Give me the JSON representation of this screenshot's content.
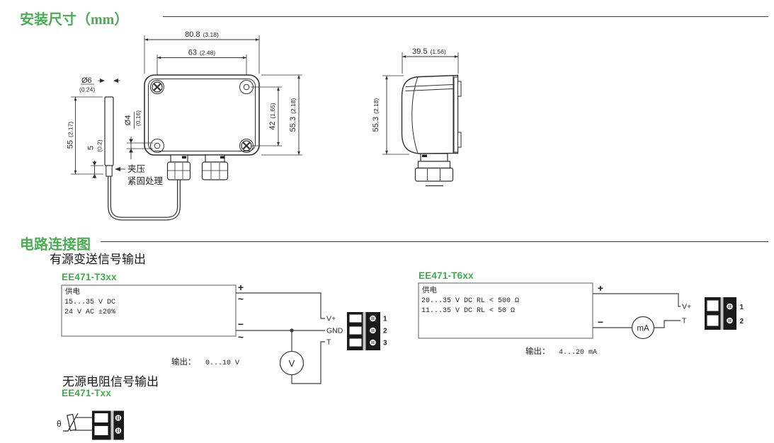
{
  "colors": {
    "heading_green": "#4aad53",
    "model_green": "#3cae49",
    "drawing_line": "#2f2f2f",
    "terminal_block_black": "#1a1a1a"
  },
  "dimensions_section": {
    "title": "安装尺寸（mm）",
    "front_view": {
      "width_overall_mm": "80.8",
      "width_overall_in": "(3.18)",
      "hole_span_mm": "63",
      "hole_span_in": "(2.48)",
      "probe_dia_mm": "Ø6",
      "probe_dia_in": "(0.24)",
      "probe_len_mm": "55",
      "probe_len_in": "(2.17)",
      "clamp_len_mm": "5",
      "clamp_len_in": "(0.2)",
      "hole_dia_mm": "Ø4",
      "hole_dia_in": "(0.16)",
      "hole_vspan_mm": "42",
      "hole_vspan_in": "(1.65)",
      "height_overall_mm": "55.3",
      "height_overall_in": "(2.18)",
      "clamp_note_line1": "夹压",
      "clamp_note_line2": "紧固处理"
    },
    "side_view": {
      "width_mm": "39.5",
      "width_in": "(1.56)",
      "height_mm": "55.3",
      "height_in": "(2.18)"
    }
  },
  "wiring_section": {
    "title": "电路连接图",
    "active_heading": "有源变送信号输出",
    "passive_heading": "无源电阻信号输出",
    "t3xx": {
      "model": "EE471-T3xx",
      "supply_label": "供电",
      "supply_line1": "15...35 V DC",
      "supply_line2": "24 V AC ±20%",
      "plus": "+",
      "tilde_top": "~",
      "minus": "−",
      "tilde_bottom": "~",
      "terminals": [
        {
          "label": "V+",
          "num": "1"
        },
        {
          "label": "GND",
          "num": "2"
        },
        {
          "label": "T",
          "num": "3"
        }
      ],
      "meter": "V",
      "output_label": "输出：",
      "output_value": "0...10 V"
    },
    "t6xx": {
      "model": "EE471-T6xx",
      "supply_label": "供电",
      "supply_line1": "20...35 V DC RL < 500 Ω",
      "supply_line2": "11...35 V DC RL < 50 Ω",
      "plus": "+",
      "minus": "−",
      "terminals": [
        {
          "label": "V+",
          "num": "1"
        },
        {
          "label": "T",
          "num": "2"
        }
      ],
      "meter": "mA",
      "output_label": "输出：",
      "output_value": "4...20 mA"
    },
    "txx": {
      "model": "EE471-Txx",
      "sensor_symbol": "θ"
    }
  }
}
